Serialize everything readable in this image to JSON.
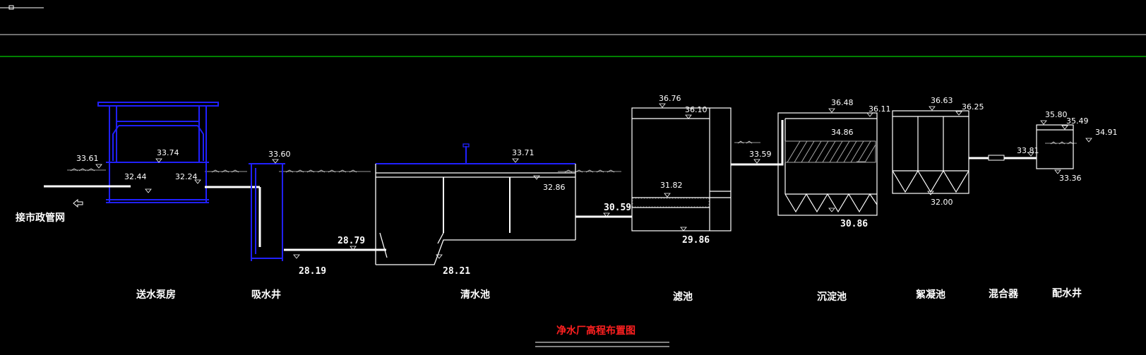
{
  "title": "净水厂高程布置图",
  "outlet_label": "接市政管网",
  "structure_labels": [
    "送水泵房",
    "吸水井",
    "清水池",
    "滤池",
    "沉淀池",
    "絮凝池",
    "混合器",
    "配水井"
  ],
  "elevations": {
    "pump_ground": "33.61",
    "pump_mid": "33.74",
    "pump_floor": "32.44",
    "pump_pipe": "32.24",
    "well_top": "33.60",
    "well_bottom": "28.19",
    "suction_pipe": "28.79",
    "clear_top": "33.71",
    "clear_water": "32.86",
    "clear_bottom": "28.21",
    "filter_pipe": "30.59",
    "filter_top": "36.76",
    "filter_water": "36.10",
    "filter_sand": "31.82",
    "filter_bottom": "29.86",
    "filter_ground": "33.59",
    "settle_top": "36.48",
    "settle_water": "36.11",
    "settle_tube": "34.86",
    "settle_bottom": "30.86",
    "floc_top": "36.63",
    "floc_water": "36.25",
    "floc_bottom": "32.00",
    "mixer": "33.81",
    "dist_top": "35.80",
    "dist_water": "35.49",
    "dist_ground": "34.91",
    "dist_bottom": "33.36"
  },
  "colors": {
    "background": "#000000",
    "structure": "#2020ff",
    "line": "#ffffff",
    "guide": "#00cc00",
    "title": "#ff2020"
  }
}
